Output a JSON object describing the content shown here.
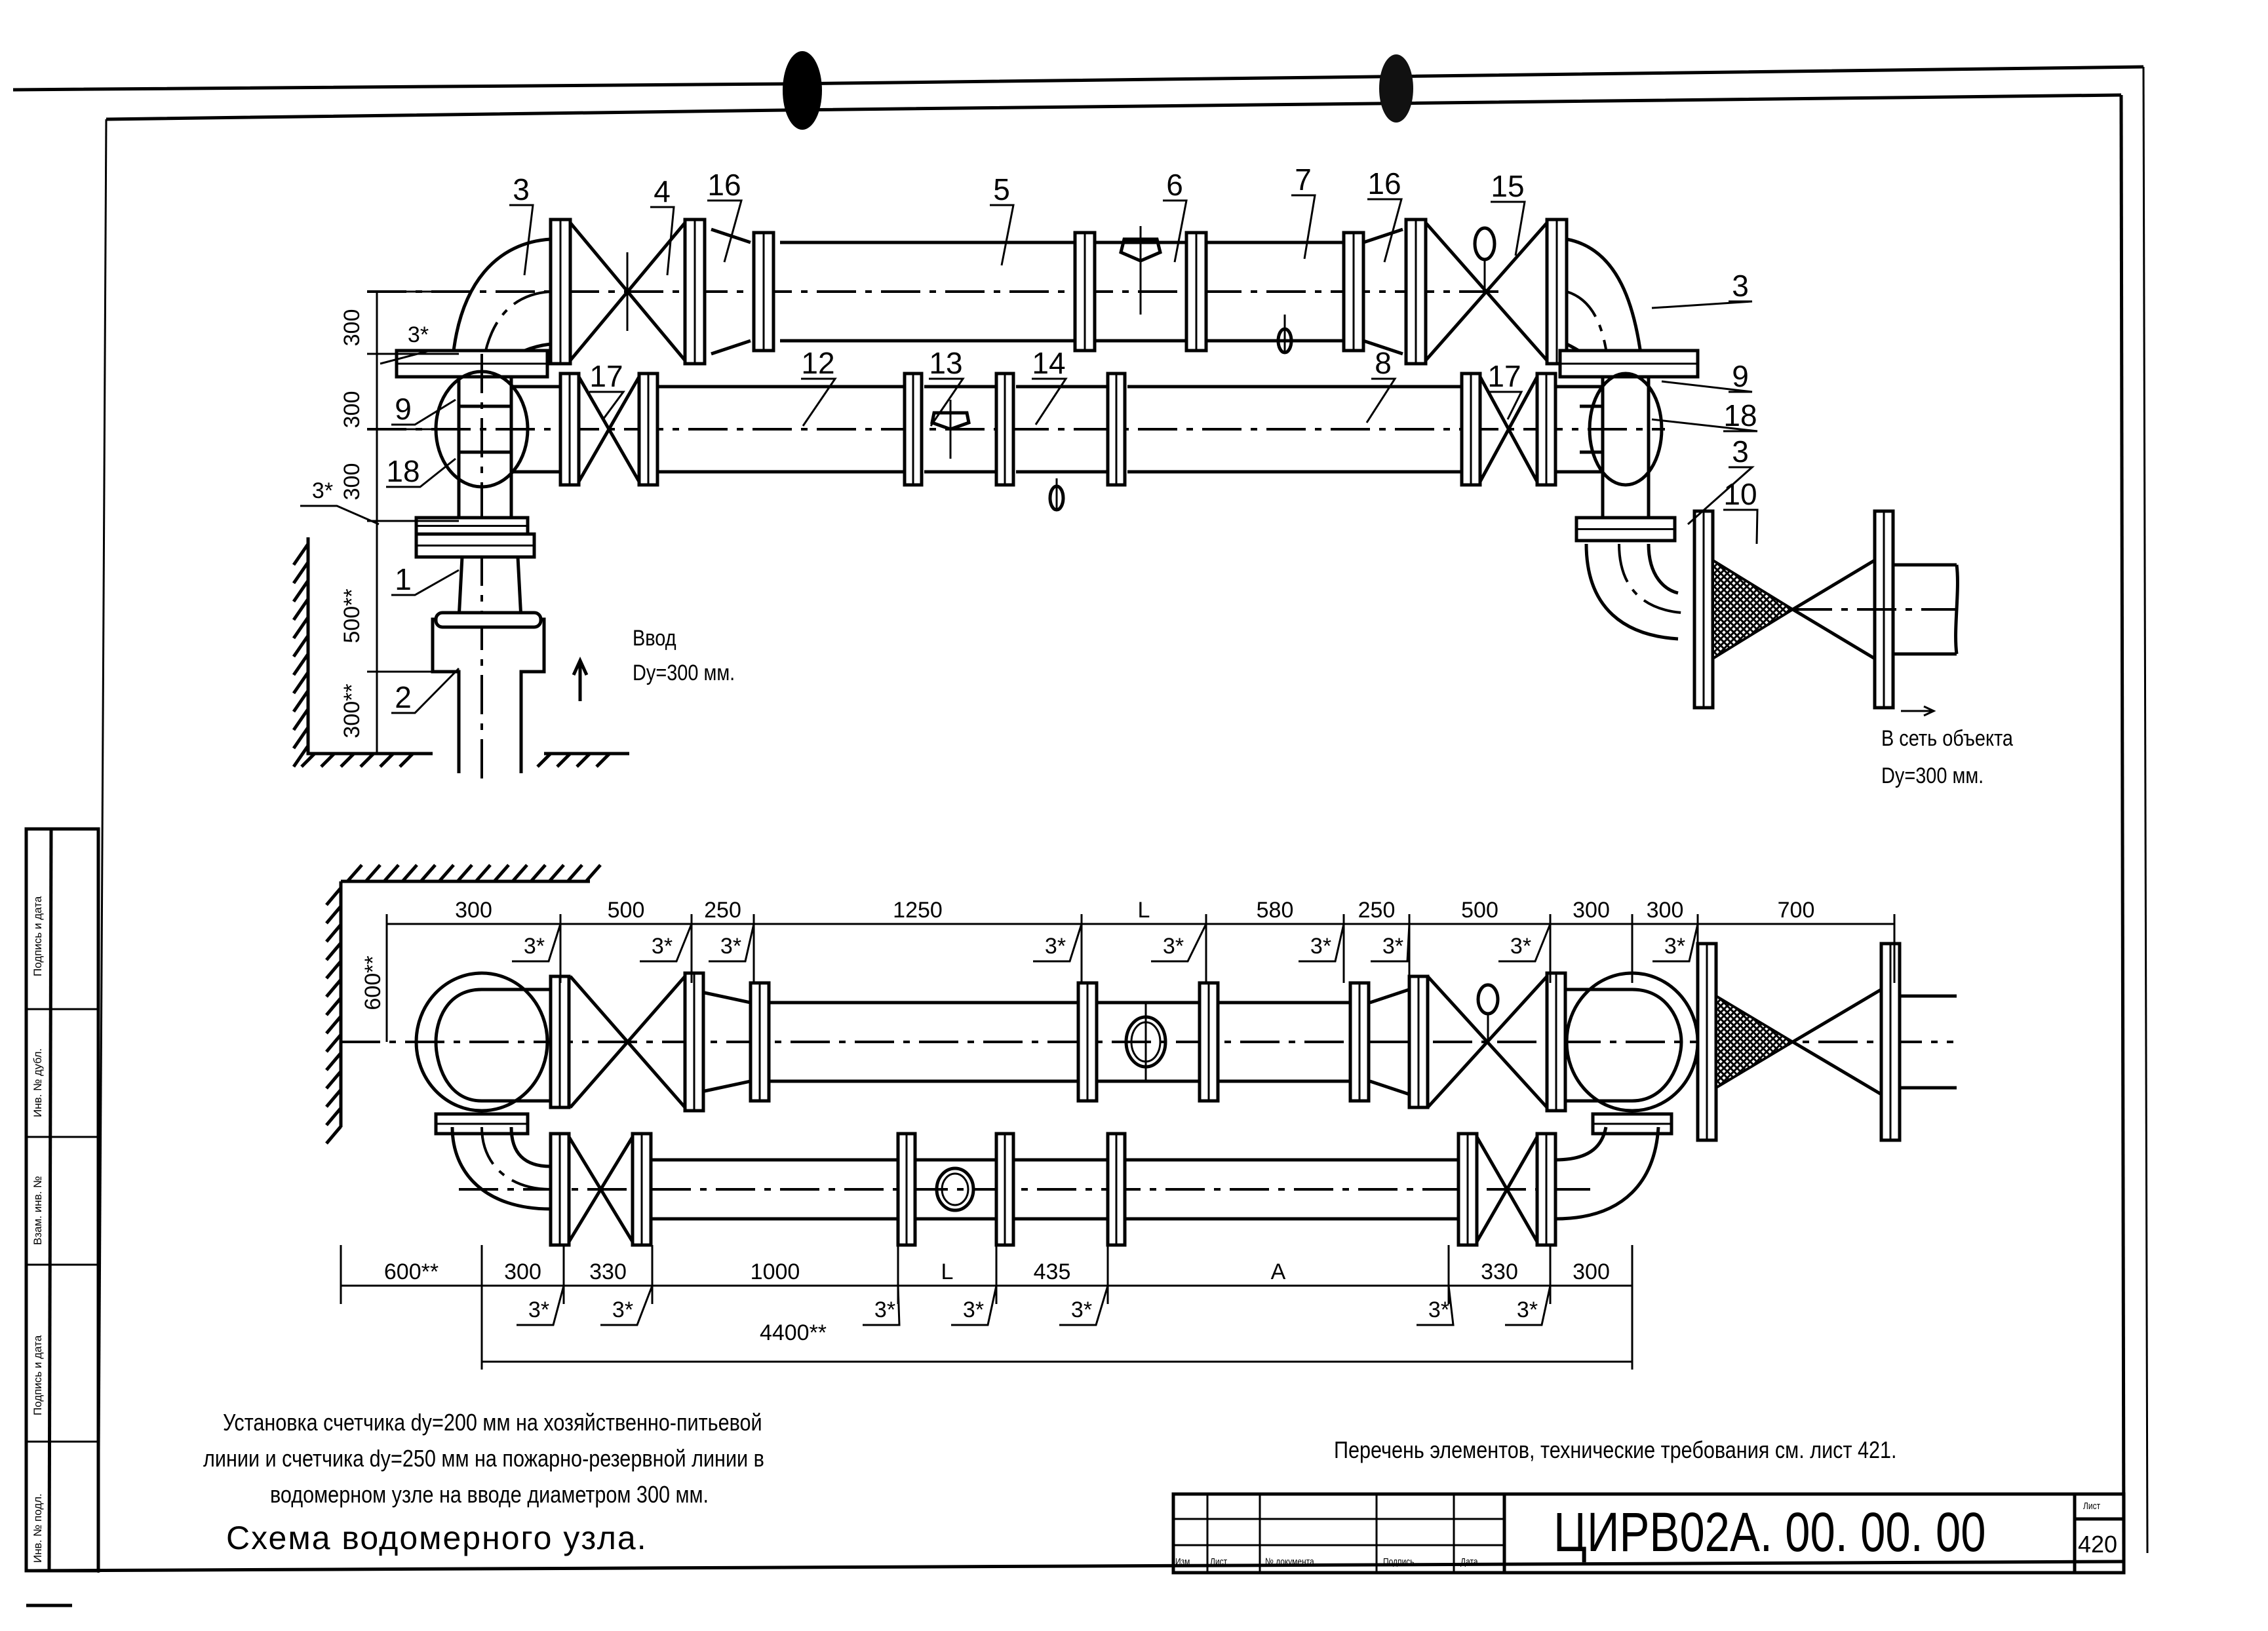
{
  "document": {
    "code": "ЦИРВ02А. 00. 00. 00",
    "sheet_label": "Лист",
    "sheet_number": "420",
    "title": "Схема водомерного узла.",
    "caption_lines": [
      "Установка счетчика dy=200 мм на хозяйственно-питьевой",
      "линии и счетчика dy=250 мм на пожарно-резервной линии в",
      "водомерном узле на вводе диаметром 300 мм."
    ],
    "reference_note": "Перечень элементов, технические требования см. лист 421.",
    "title_block_headers": [
      "Изм",
      "Лист",
      "№ документа",
      "Подпись",
      "Дата"
    ],
    "side_stamp_cells": [
      "Подпись и дата",
      "Инв. № дубл.",
      "Взам. инв. №",
      "Подпись и дата",
      "Инв. № подл."
    ]
  },
  "top_view": {
    "inlet_label": "Ввод",
    "inlet_dn": "Dy=300 мм.",
    "outlet_label": "В сеть объекта",
    "outlet_dn": "Dy=300 мм.",
    "position_labels": [
      "3",
      "4",
      "16",
      "5",
      "6",
      "7",
      "16",
      "15",
      "3",
      "9",
      "18",
      "3",
      "10",
      "17",
      "12",
      "13",
      "14",
      "8",
      "17",
      "9",
      "18",
      "1",
      "2"
    ],
    "vertical_dims": [
      "300",
      "300",
      "300",
      "500**",
      "300**"
    ],
    "weld_marks": [
      "3*",
      "3*"
    ]
  },
  "plan_view": {
    "upper_dims": [
      "300",
      "500",
      "250",
      "1250",
      "L",
      "580",
      "250",
      "500",
      "300",
      "300",
      "700"
    ],
    "upper_weld_marks": [
      "3*",
      "3*",
      "3*",
      "3*",
      "3*",
      "3*",
      "3*",
      "3*",
      "3*"
    ],
    "lower_dims": [
      "600**",
      "300",
      "330",
      "1000",
      "L",
      "435",
      "A",
      "330",
      "300"
    ],
    "lower_weld_marks": [
      "3*",
      "3*",
      "3*",
      "3*",
      "3*",
      "3*",
      "3*"
    ],
    "overall_dim": "4400**",
    "wall_dim": "600**"
  }
}
